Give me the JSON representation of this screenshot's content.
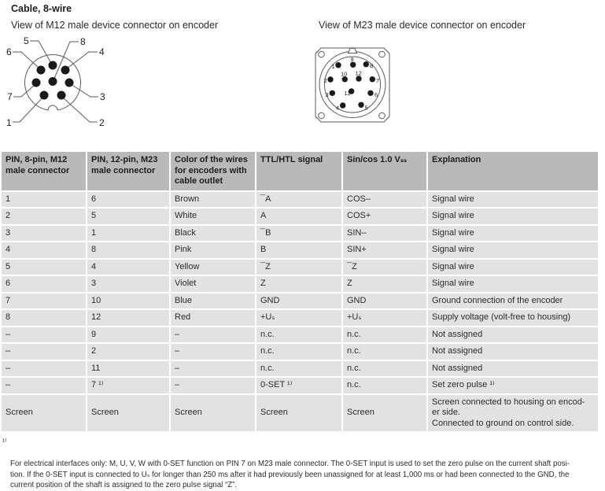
{
  "page": {
    "title": "Cable, 8-wire",
    "captions": {
      "m12": "View of M12 male device connector on encoder",
      "m23": "View of M23 male device connector on encoder"
    }
  },
  "diagrams": {
    "m12": {
      "pin_labels": [
        "5",
        "8",
        "6",
        "4",
        "7",
        "3",
        "1",
        "2"
      ]
    },
    "m23": {
      "pin_labels": [
        "9",
        "1",
        "8",
        "10",
        "12",
        "2",
        "7",
        "3",
        "11",
        "6",
        "4",
        "5"
      ]
    }
  },
  "table": {
    "headers": [
      "PIN, 8-pin, M12\nmale connector",
      "PIN, 12-pin, M23\nmale connector",
      "Color of the wires\nfor encoders with\ncable outlet",
      "TTL/HTL signal",
      "Sin/cos 1.0 Vₛₛ",
      "Explanation"
    ],
    "rows": [
      [
        "1",
        "6",
        "Brown",
        "¯A",
        "COS–",
        "Signal wire"
      ],
      [
        "2",
        "5",
        "White",
        "A",
        "COS+",
        "Signal wire"
      ],
      [
        "3",
        "1",
        "Black",
        "¯B",
        "SIN–",
        "Signal wire"
      ],
      [
        "4",
        "8",
        "Pink",
        "B",
        "SIN+",
        "Signal wire"
      ],
      [
        "5",
        "4",
        "Yellow",
        "¯Z",
        "¯Z",
        "Signal wire"
      ],
      [
        "6",
        "3",
        "Violet",
        "Z",
        "Z",
        "Signal wire"
      ],
      [
        "7",
        "10",
        "Blue",
        "GND",
        "GND",
        "Ground connection of the encoder"
      ],
      [
        "8",
        "12",
        "Red",
        "+Uₛ",
        "+Uₛ",
        "Supply voltage (volt-free to housing)"
      ],
      [
        "–",
        "9",
        "–",
        "n.c.",
        "n.c.",
        "Not assigned"
      ],
      [
        "–",
        "2",
        "–",
        "n.c.",
        "n.c.",
        "Not assigned"
      ],
      [
        "–",
        "11",
        "–",
        "n.c.",
        "n.c.",
        "Not assigned"
      ],
      [
        "–",
        "7 ¹⁾",
        "–",
        "0-SET ¹⁾",
        "n.c.",
        "Set zero pulse ¹⁾"
      ],
      [
        "Screen",
        "Screen",
        "Screen",
        "Screen",
        "Screen",
        "Screen connected to housing on encod-\ner side.\nConnected to ground on control side."
      ]
    ]
  },
  "footnote": {
    "marker": "¹⁾",
    "text": "For electrical interfaces only: M, U, V, W with 0-SET function on PIN 7 on M23 male connector. The 0-SET input is used to set the zero pulse on the current shaft posi-\ntion. If the 0-SET input is connected to Uₛ for longer than 250 ms after it had previously been unassigned for at least 1,000 ms or had been connected to the GND, the\ncurrent position of the shaft is assigned to the zero pulse signal “Z”."
  },
  "colors": {
    "table_header_bg": "#b9b9b9",
    "table_row_bg": "#e2e2e2",
    "text": "#1d1d1b"
  }
}
